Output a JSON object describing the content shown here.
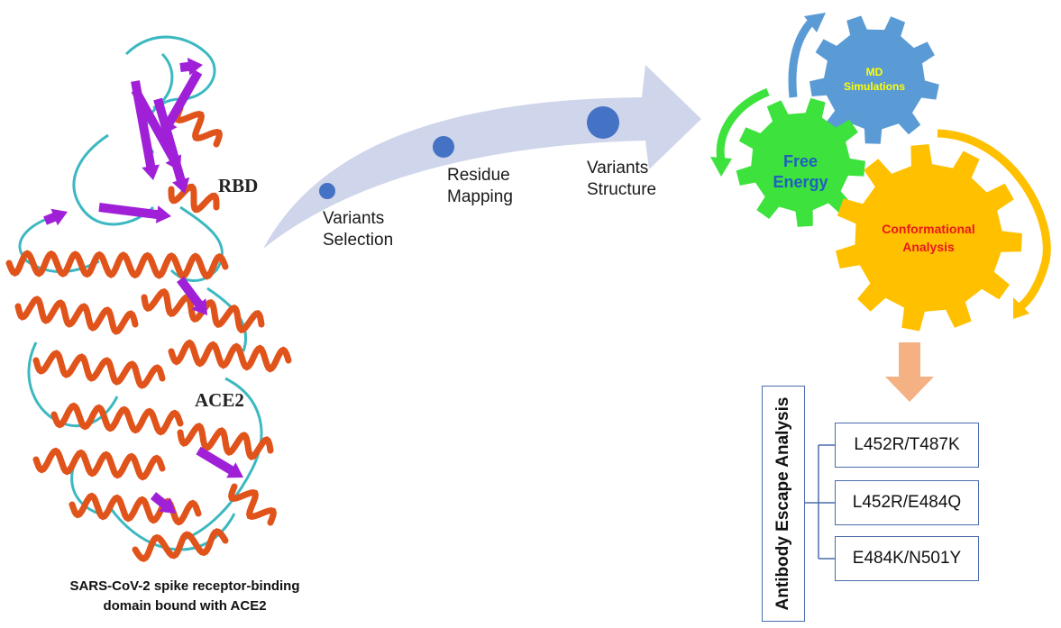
{
  "protein": {
    "rbd_label": "RBD",
    "ace2_label": "ACE2",
    "caption_line1": "SARS-CoV-2 spike receptor-binding",
    "caption_line2": "domain bound with ACE2"
  },
  "pipeline": {
    "steps": [
      {
        "label_line1": "Variants",
        "label_line2": "Selection"
      },
      {
        "label_line1": "Residue",
        "label_line2": "Mapping"
      },
      {
        "label_line1": "Variants",
        "label_line2": "Structure"
      }
    ]
  },
  "gears": {
    "md": {
      "line1": "MD",
      "line2": "Simulations",
      "color": "#5b9bd5",
      "text_color": "#ffff00"
    },
    "free_energy": {
      "line1": "Free",
      "line2": "Energy",
      "color": "#3de23d",
      "text_color": "#1f5fbf"
    },
    "conformational": {
      "line1": "Conformational",
      "line2": "Analysis",
      "color": "#ffc000",
      "text_color": "#e8191c"
    }
  },
  "antibody": {
    "title": "Antibody Escape Analysis",
    "variants": [
      "L452R/T487K",
      "L452R/E484Q",
      "E484K/N501Y"
    ]
  },
  "colors": {
    "helix": "#e0531a",
    "strand": "#a020d8",
    "coil": "#3cb8c0",
    "arrow_band": "#cfd5ea",
    "dot": "#4472c4",
    "down_arrow": "#f4b183"
  }
}
